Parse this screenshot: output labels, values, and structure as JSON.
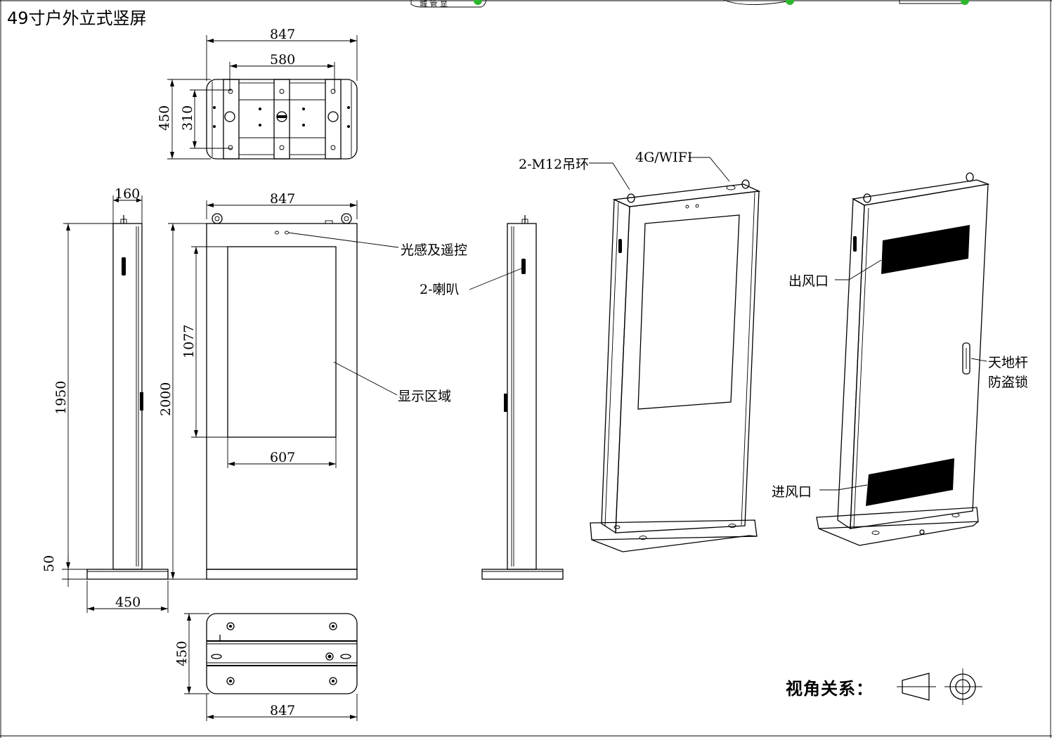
{
  "title": "49寸户外立式竖屏",
  "view_relation_label": "视角关系：",
  "dimensions": {
    "top_width": "847",
    "top_hole_span": "580",
    "top_depth": "450",
    "top_hole_depth": "310",
    "side_width": "160",
    "side_height": "1950",
    "side_base": "50",
    "side_foot": "450",
    "front_width": "847",
    "front_height": "2000",
    "display_height": "1077",
    "display_width": "607",
    "bottom_depth": "450",
    "bottom_width": "847"
  },
  "callouts": {
    "light_remote": "光感及遥控",
    "speaker": "2-喇叭",
    "display_area": "显示区域",
    "lifting_ring": "2-M12吊环",
    "wifi": "4G/WIFI",
    "air_outlet": "出风口",
    "air_inlet": "进风口",
    "lock_line1": "天地杆",
    "lock_line2": "防盗锁"
  },
  "top_tabs": [
    "城  管  显",
    "",
    ""
  ]
}
